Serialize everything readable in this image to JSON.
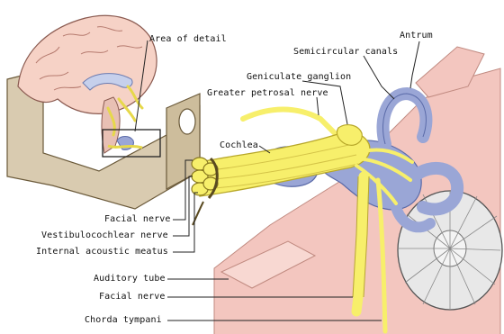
{
  "labels": {
    "area_of_detail": "Area of detail",
    "antrum": "Antrum",
    "semicircular_canals": "Semicircular canals",
    "geniculate_ganglion": "Geniculate ganglion",
    "greater_petrosal_nerve": "Greater petrosal nerve",
    "cochlea": "Cochlea",
    "facial_nerve_upper": "Facial nerve",
    "vestibulocochlear_nerve": "Vestibulocochlear nerve",
    "internal_acoustic_meatus": "Internal acoustic meatus",
    "auditory_tube": "Auditory tube",
    "facial_nerve_lower": "Facial nerve",
    "chorda_tympani": "Chorda tympani"
  },
  "colors": {
    "nerve": "#f7ef6b",
    "nerve_outline": "#b8a82a",
    "labyrinth": "#9aa6d6",
    "labyrinth_outline": "#5a6aa8",
    "bone": "#f3c6bf",
    "brain": "#f6d2c6",
    "skull": "#d9cbb0",
    "eardrum": "#e8e8e8"
  }
}
